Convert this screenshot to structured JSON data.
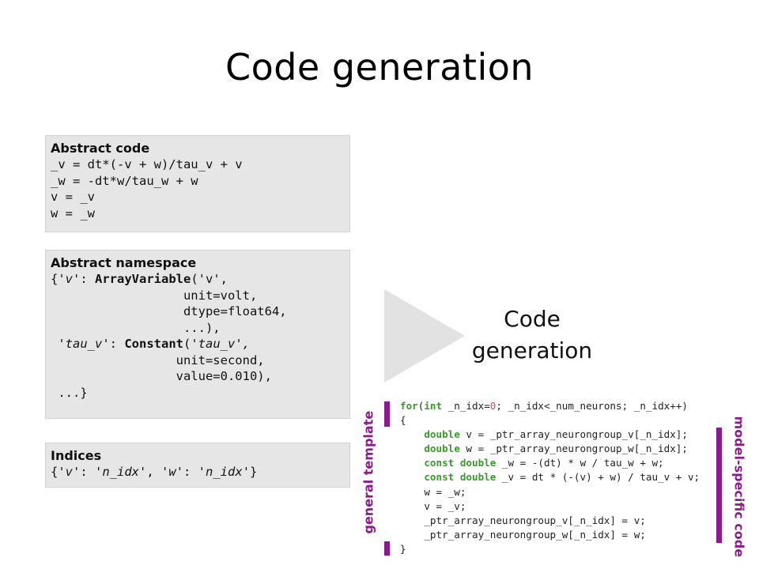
{
  "slide": {
    "title": "Code generation"
  },
  "abstract_code": {
    "heading": "Abstract code",
    "lines": [
      "_v = dt*(-v + w)/tau_v + v",
      "_w = -dt*w/tau_w + w",
      "v = _v",
      "w = _w"
    ]
  },
  "abstract_namespace": {
    "heading": "Abstract namespace",
    "lines": [
      {
        "a": "{'",
        "b": "v",
        "c": "': ",
        "d": "ArrayVariable",
        "e": "('v',",
        "f": ""
      },
      {
        "a": "                  unit=volt,",
        "b": "",
        "c": "",
        "d": "",
        "e": "",
        "f": ""
      },
      {
        "a": "                  dtype=float64,",
        "b": "",
        "c": "",
        "d": "",
        "e": "",
        "f": ""
      },
      {
        "a": "                  ...),",
        "b": "",
        "c": "",
        "d": "",
        "e": "",
        "f": ""
      },
      {
        "a": " '",
        "b": "tau_v",
        "c": "': ",
        "d": "Constant",
        "e": "('",
        "f": "tau_v', "
      },
      {
        "a": "                 unit=second,",
        "b": "",
        "c": "",
        "d": "",
        "e": "",
        "f": ""
      },
      {
        "a": "                 value=0.010),",
        "b": "",
        "c": "",
        "d": "",
        "e": "",
        "f": ""
      },
      {
        "a": " ...}",
        "b": "",
        "c": "",
        "d": "",
        "e": "",
        "f": ""
      }
    ]
  },
  "indices": {
    "heading": "Indices",
    "line": {
      "p1": "{'",
      "v": "v",
      "p2": "': '",
      "n1": "n_idx",
      "p3": "', '",
      "w": "w",
      "p4": "': '",
      "n2": "n_idx",
      "p5": "'}"
    }
  },
  "arrow": {
    "label_line1": "Code",
    "label_line2": "generation",
    "color": "#e0e0e0"
  },
  "template": {
    "left_label": "general template",
    "right_label": "model-specific code",
    "accent_color": "#8b1a8f",
    "for_kw": "for",
    "int_kw": "int",
    "for_rest": " _n_idx=",
    "zero": "0",
    "for_tail": "; _n_idx<_num_neurons; _n_idx++)",
    "open_brace": "{",
    "double_v": "double",
    "double_v_rest": " v = _ptr_array_neurongroup_v[_n_idx];",
    "double_w": "double",
    "double_w_rest": " w = _ptr_array_neurongroup_w[_n_idx];",
    "const_w": "const double",
    "const_w_rest": " _w = -(dt) * w / tau_w + w;",
    "const_v": "const double",
    "const_v_rest": " _v = dt * (-(v) + w) / tau_v + v;",
    "assign_w": "    w = _w;",
    "assign_v": "    v = _v;",
    "store_v": "    _ptr_array_neurongroup_v[_n_idx] = v;",
    "store_w": "    _ptr_array_neurongroup_w[_n_idx] = w;",
    "close_brace": "}"
  }
}
